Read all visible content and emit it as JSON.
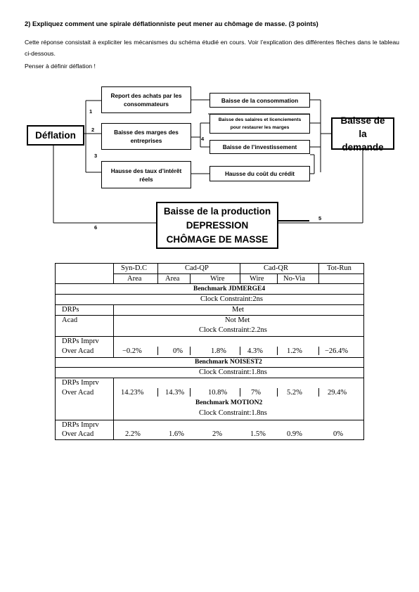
{
  "question": {
    "title": "2) Expliquez comment une spirale déflationniste peut mener au chômage de masse. (3 points)",
    "instruction": "Cette réponse consistait à expliciter les mécanismes du schéma étudié en cours. Voir l’explication des différentes flèches dans le tableau ci-dessous.",
    "reminder": "Penser à définir déflation !"
  },
  "diagram": {
    "deflation": "Déflation",
    "report_achats": "Report des achats par les consommateurs",
    "baisse_marges": "Baisse des marges des entreprises",
    "hausse_taux": "Hausse des taux d’intérêt réels",
    "baisse_conso": "Baisse de la consommation",
    "baisse_salaires": "Baisse des salaires et licenciements pour restaurer les marges",
    "baisse_invest": "Baisse de l’investissement",
    "hausse_cout_credit": "Hausse du coût du crédit",
    "baisse_demande": "Baisse de la demande",
    "production_line1": "Baisse de la production",
    "production_line2": "DEPRESSION",
    "production_line3": "CHÔMAGE DE MASSE",
    "arrow_labels": [
      "1",
      "2",
      "3",
      "4",
      "5",
      "6"
    ]
  },
  "table": {
    "header": [
      "Syn-D.C",
      "Cad-QP",
      "Cad-QR",
      "Tot-Run"
    ],
    "subheader": [
      "Area",
      "Area",
      "Wire",
      "Wire",
      "No-Via"
    ],
    "bench1": "Benchmark JDMERGE4",
    "clock1": "Clock Constraint:2ns",
    "drps_label": "DRPs",
    "drps_value": "Met",
    "acad_label": "Acad",
    "acad_value": "Not Met",
    "clock1b": "Clock Constraint:2.2ns",
    "imprv_label1": "DRPs Imprv",
    "imprv_label2": "Over Acad",
    "row1": [
      "−0.2%",
      "0%",
      "1.8%",
      "4.3%",
      "1.2%",
      "−26.4%"
    ],
    "bench2": "Benchmark NOISEST2",
    "clock2": "Clock Constraint:1.8ns",
    "row2": [
      "14.23%",
      "14.3%",
      "10.8%",
      "7%",
      "5.2%",
      "29.4%"
    ],
    "bench3": "Benchmark MOTION2",
    "clock3": "Clock Constraint:1.8ns",
    "row3": [
      "2.2%",
      "1.6%",
      "2%",
      "1.5%",
      "0.9%",
      "0%"
    ]
  }
}
